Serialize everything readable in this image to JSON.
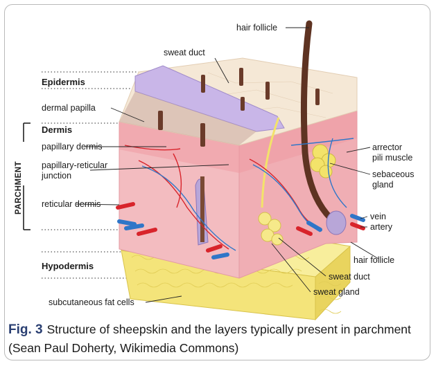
{
  "figure": {
    "labels": {
      "hair_follicle_top": "hair follicle",
      "sweat_duct_top": "sweat duct",
      "epidermis": "Epidermis",
      "dermal_papilla": "dermal papilla",
      "dermis": "Dermis",
      "papillary_dermis": "papillary dermis",
      "papillary_reticular_junction": "papillary-reticular\njunction",
      "reticular_dermis": "reticular dermis",
      "hypodermis": "Hypodermis",
      "subcutaneous_fat": "subcutaneous fat cells",
      "parchment": "PARCHMENT",
      "arrector": "arrector\npili muscle",
      "sebaceous": "sebaceous\ngland",
      "vein": "vein",
      "artery": "artery",
      "hair_follicle_right": "hair follicle",
      "sweat_duct_bottom": "sweat duct",
      "sweat_gland": "sweat gland"
    },
    "colors": {
      "epidermis": "#c8b6e6",
      "skin_top": "#f4e7d4",
      "dermis": "#f2b7bc",
      "fat": "#f6ea86",
      "artery": "#d8242b",
      "vein": "#2f76c8",
      "hair": "#6a3b2a",
      "caption_accent": "#2a3f72"
    }
  },
  "caption": {
    "fig_label": "Fig. 3",
    "text": "Structure of sheepskin and the layers typically present in parchment (Sean Paul Doherty, Wikimedia Commons)"
  }
}
